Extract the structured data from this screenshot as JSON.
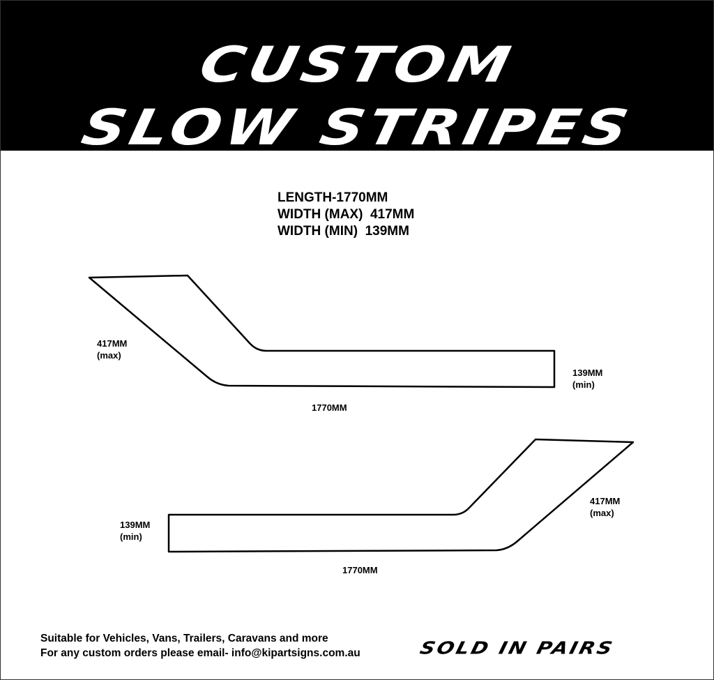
{
  "banner": {
    "line1": "CUSTOM",
    "line2": "SLOW STRIPES"
  },
  "specs": {
    "length": "LENGTH-1770MM",
    "width_max": "WIDTH (MAX)  417MM",
    "width_min": "WIDTH (MIN)  139MM"
  },
  "stripe_top": {
    "max_value": "417MM",
    "max_tag": "(max)",
    "min_value": "139MM",
    "min_tag": "(min)",
    "length": "1770MM"
  },
  "stripe_bottom": {
    "max_value": "417MM",
    "max_tag": "(max)",
    "min_value": "139MM",
    "min_tag": "(min)",
    "length": "1770MM"
  },
  "footer": {
    "line1": "Suitable for Vehicles, Vans, Trailers, Caravans and more",
    "line2": "For any custom orders please email- info@kipartsigns.com.au",
    "sold": "SOLD IN PAIRS"
  },
  "colors": {
    "banner_bg": "#000000",
    "banner_text": "#ffffff",
    "outline": "#000000"
  }
}
